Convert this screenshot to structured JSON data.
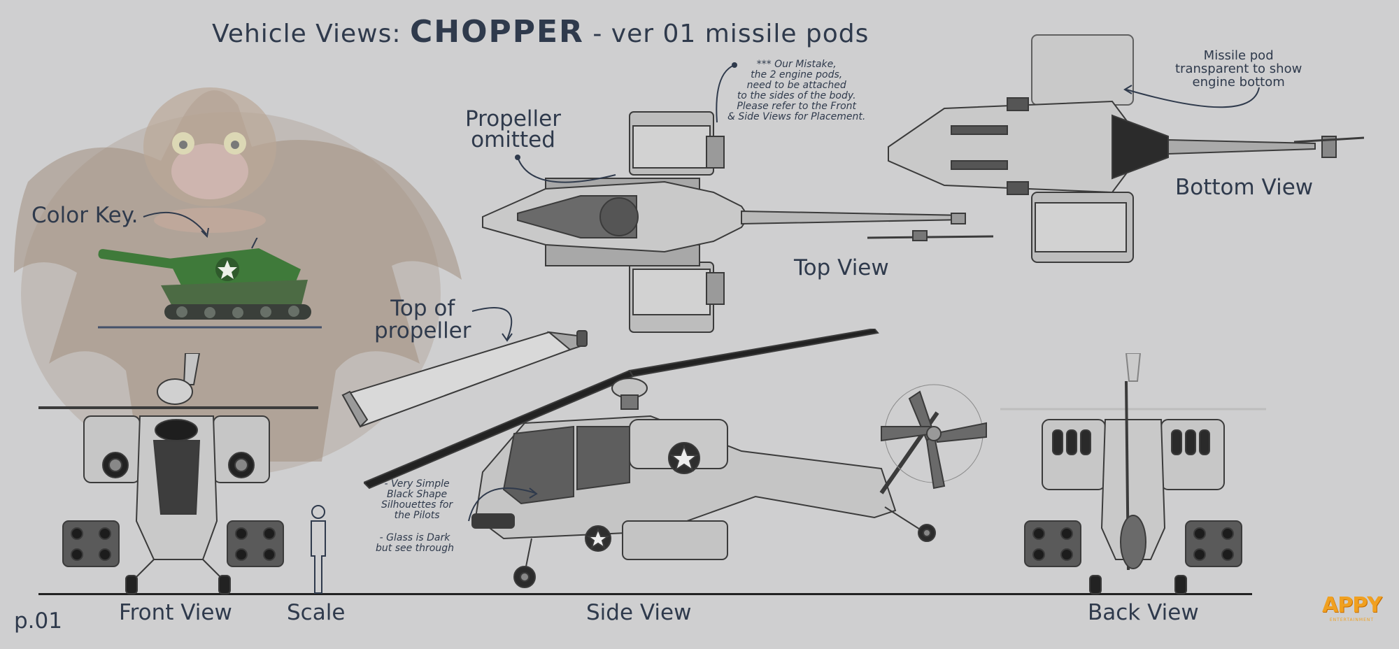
{
  "title": {
    "prefix": "Vehicle Views:",
    "name": "CHOPPER",
    "suffix": "- ver 01 missile pods"
  },
  "labels": {
    "color_key": "Color Key.",
    "propeller_omitted": [
      "Propeller",
      "omitted"
    ],
    "top_of_propeller": [
      "Top of",
      "propeller"
    ],
    "top_view": "Top View",
    "bottom_view": "Bottom View",
    "front_view": "Front View",
    "scale": "Scale",
    "side_view": "Side View",
    "back_view": "Back View",
    "page": "p.01"
  },
  "notes": {
    "mistake": [
      "*** Our Mistake,",
      "the 2 engine pods,",
      "need to be attached",
      "to the sides of the body.",
      "Please refer to the Front",
      "& Side Views for Placement."
    ],
    "missile_pod": [
      "Missile pod",
      "transparent to show",
      "engine bottom"
    ],
    "pilots": [
      "- Very Simple",
      "Black Shape",
      "Silhouettes for",
      "the Pilots"
    ],
    "glass": [
      "- Glass is Dark",
      "but see through"
    ]
  },
  "logo": {
    "text": "APPY",
    "sub": "ENTERTAINMENT"
  },
  "colors": {
    "background": "#cfcfd0",
    "ink": "#2f3a4c",
    "tank_green": "#3f7a3a",
    "gorilla_brown": "#8a6a4c",
    "logo_orange": "#f0a020"
  }
}
